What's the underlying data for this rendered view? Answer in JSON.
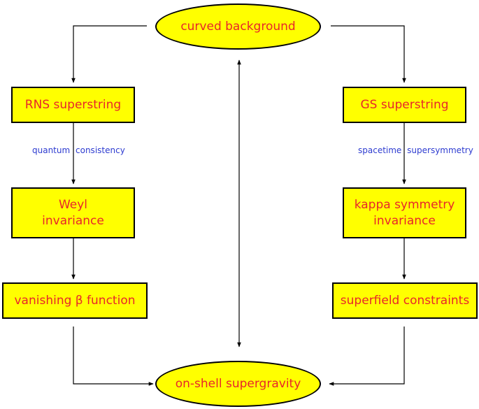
{
  "nodes": {
    "curved_background": "curved background",
    "rns_superstring": "RNS superstring",
    "gs_superstring": "GS superstring",
    "weyl_invariance_line1": "Weyl",
    "weyl_invariance_line2": "invariance",
    "kappa_invariance_line1": "kappa symmetry",
    "kappa_invariance_line2": "invariance",
    "vanishing_beta": "vanishing β function",
    "superfield_constraints": "superfield constraints",
    "on_shell_supergravity": "on-shell supergravity"
  },
  "edge_labels": {
    "left_word1": "quantum",
    "left_word2": "consistency",
    "right_word1": "spacetime",
    "right_word2": "supersymmetry"
  },
  "colors": {
    "node_fill": "#ffff00",
    "node_text": "#e8262a",
    "label_text": "#2d3bd0",
    "edge": "#000000"
  }
}
